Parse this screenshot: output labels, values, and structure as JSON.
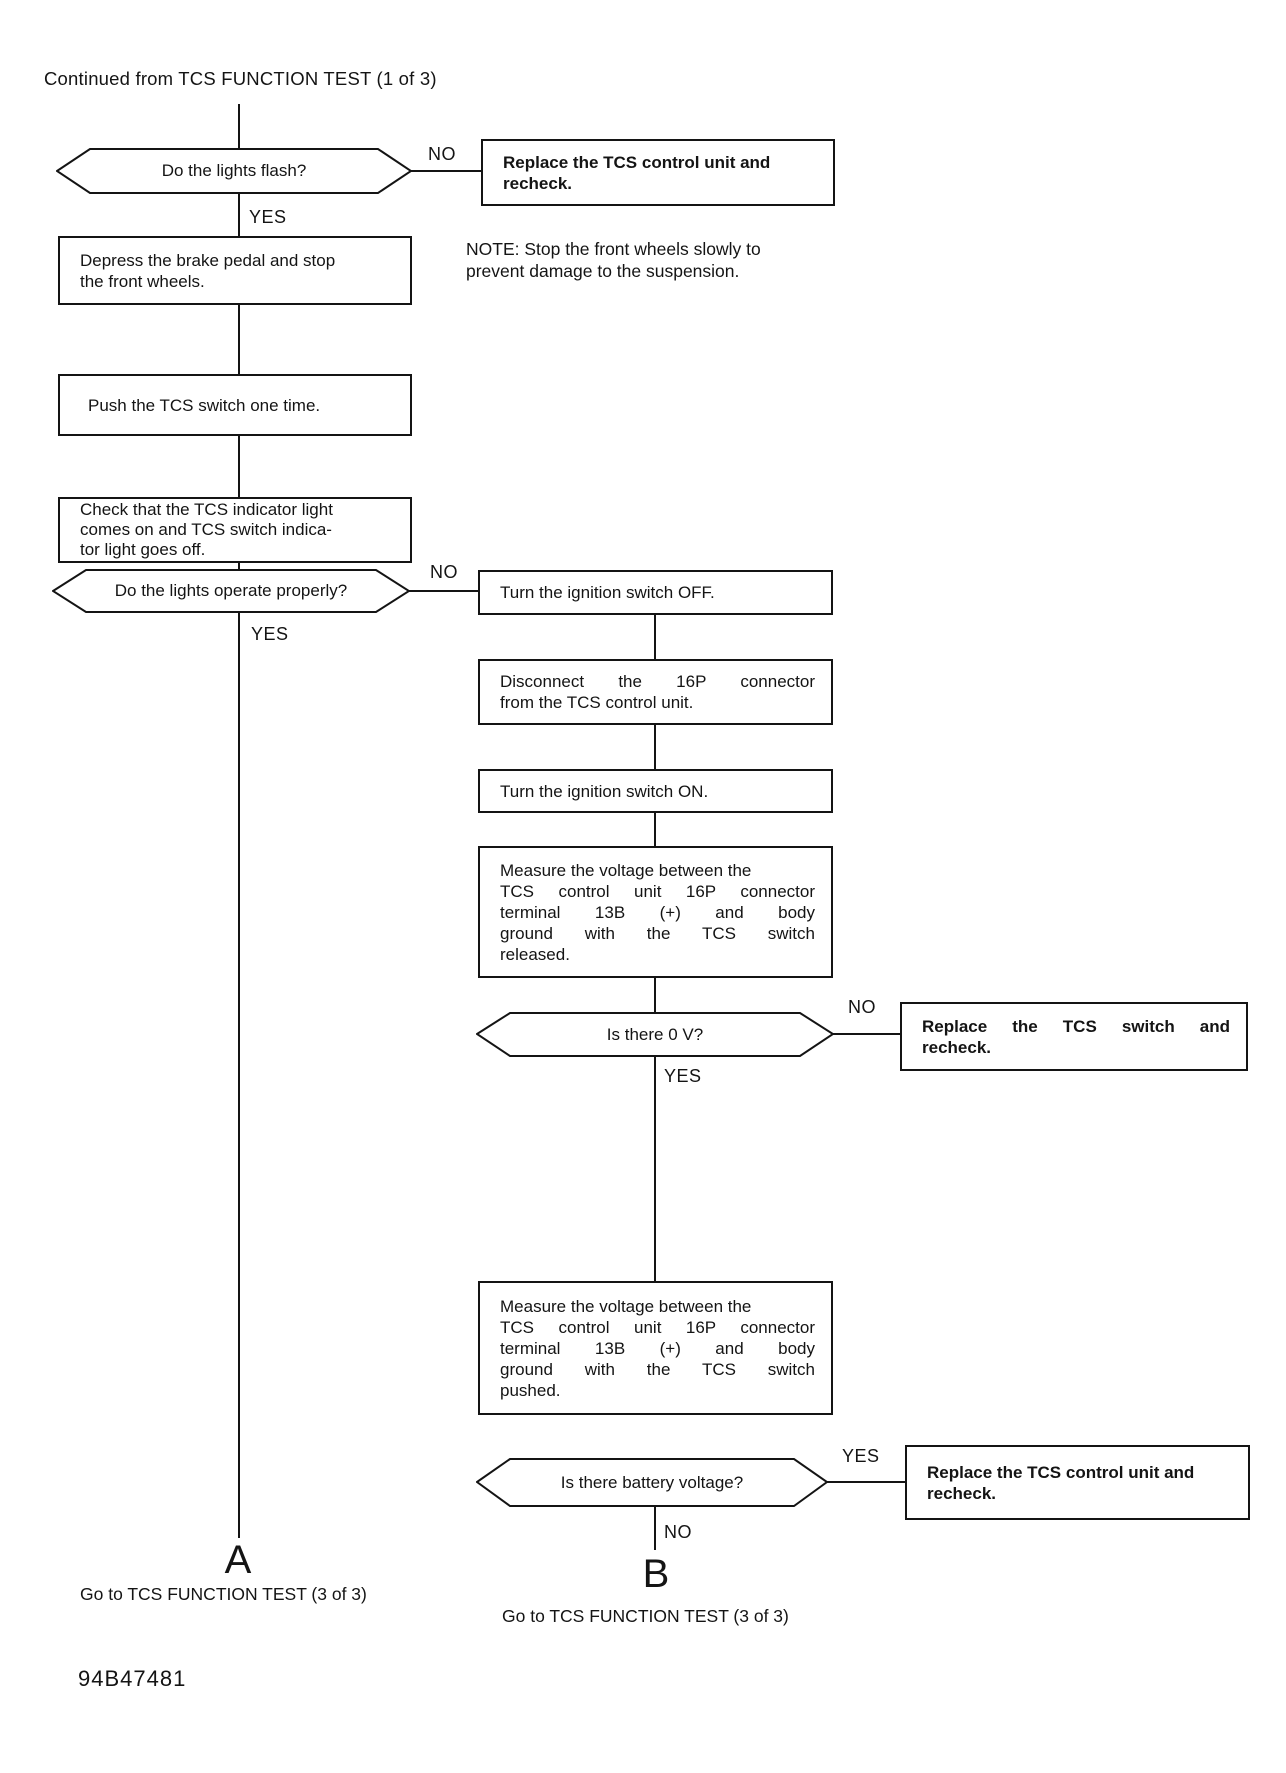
{
  "ink_color": "#141414",
  "header": {
    "continued_from": "Continued from TCS FUNCTION TEST (1 of 3)"
  },
  "labels": {
    "yes": "YES",
    "no": "NO"
  },
  "note": {
    "lines": [
      "NOTE: Stop the front wheels slowly to",
      "prevent damage to the suspension."
    ]
  },
  "decisions": {
    "lights_flash": {
      "text": "Do the lights flash?"
    },
    "lights_operate": {
      "text": "Do the lights operate properly?"
    },
    "zero_volts": {
      "text": "Is there 0 V?"
    },
    "battery_voltage": {
      "text": "Is there battery voltage?"
    }
  },
  "processes": {
    "replace_unit_top": {
      "lines": [
        "Replace the TCS control unit and",
        "recheck."
      ]
    },
    "depress_brake": {
      "lines": [
        "Depress the brake pedal and stop",
        "the front wheels."
      ]
    },
    "push_switch": {
      "lines": [
        "Push the TCS switch one time."
      ]
    },
    "check_indicator": {
      "lines": [
        "Check that the TCS indicator light",
        "comes on and TCS switch indica-",
        "tor light goes off."
      ]
    },
    "ignition_off": {
      "lines": [
        "Turn the ignition switch OFF."
      ]
    },
    "disconnect_16p": {
      "lines": [
        "Disconnect the 16P connector",
        "from the TCS control unit."
      ]
    },
    "ignition_on": {
      "lines": [
        "Turn the ignition switch ON."
      ]
    },
    "measure_released": {
      "lines": [
        "Measure the voltage between the",
        "TCS control unit 16P connector",
        "terminal 13B (+) and body",
        "ground with the TCS switch",
        "released."
      ]
    },
    "replace_switch": {
      "lines": [
        "Replace the TCS switch and",
        "recheck."
      ]
    },
    "measure_pushed": {
      "lines": [
        "Measure the voltage between the",
        "TCS control unit 16P connector",
        "terminal 13B (+) and body",
        "ground with the TCS switch",
        "pushed."
      ]
    },
    "replace_unit_bottom": {
      "lines": [
        "Replace the TCS control unit and",
        "recheck."
      ]
    }
  },
  "offpage": {
    "a": {
      "letter": "A",
      "goto": "Go to TCS FUNCTION TEST (3 of 3)"
    },
    "b": {
      "letter": "B",
      "goto": "Go to TCS FUNCTION TEST (3 of 3)"
    }
  },
  "footer": {
    "doc_number": "94B47481"
  }
}
